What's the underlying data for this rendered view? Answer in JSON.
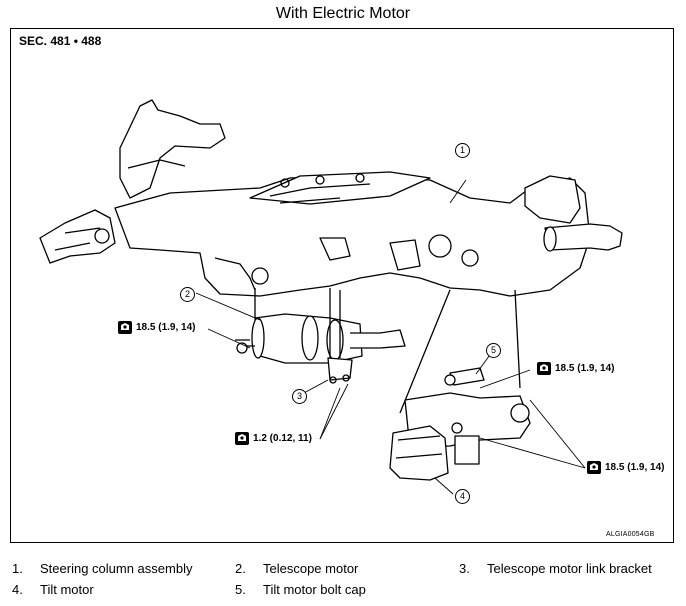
{
  "title": "With Electric Motor",
  "section_label": "SEC. 481 • 488",
  "art_code": "ALGIA0054GB",
  "callouts": [
    "1",
    "2",
    "3",
    "4",
    "5"
  ],
  "torque_specs": [
    {
      "value": "18.5 (1.9, 14)"
    },
    {
      "value": "1.2 (0.12, 11)"
    },
    {
      "value": "18.5 (1.9, 14)"
    },
    {
      "value": "18.5 (1.9, 14)"
    }
  ],
  "legend": [
    {
      "num": "1.",
      "text": "Steering column assembly"
    },
    {
      "num": "2.",
      "text": "Telescope motor"
    },
    {
      "num": "3.",
      "text": "Telescope motor link bracket"
    },
    {
      "num": "4.",
      "text": "Tilt motor"
    },
    {
      "num": "5.",
      "text": "Tilt motor bolt cap"
    }
  ],
  "icons": {
    "torque": "torque-wrench-icon"
  }
}
